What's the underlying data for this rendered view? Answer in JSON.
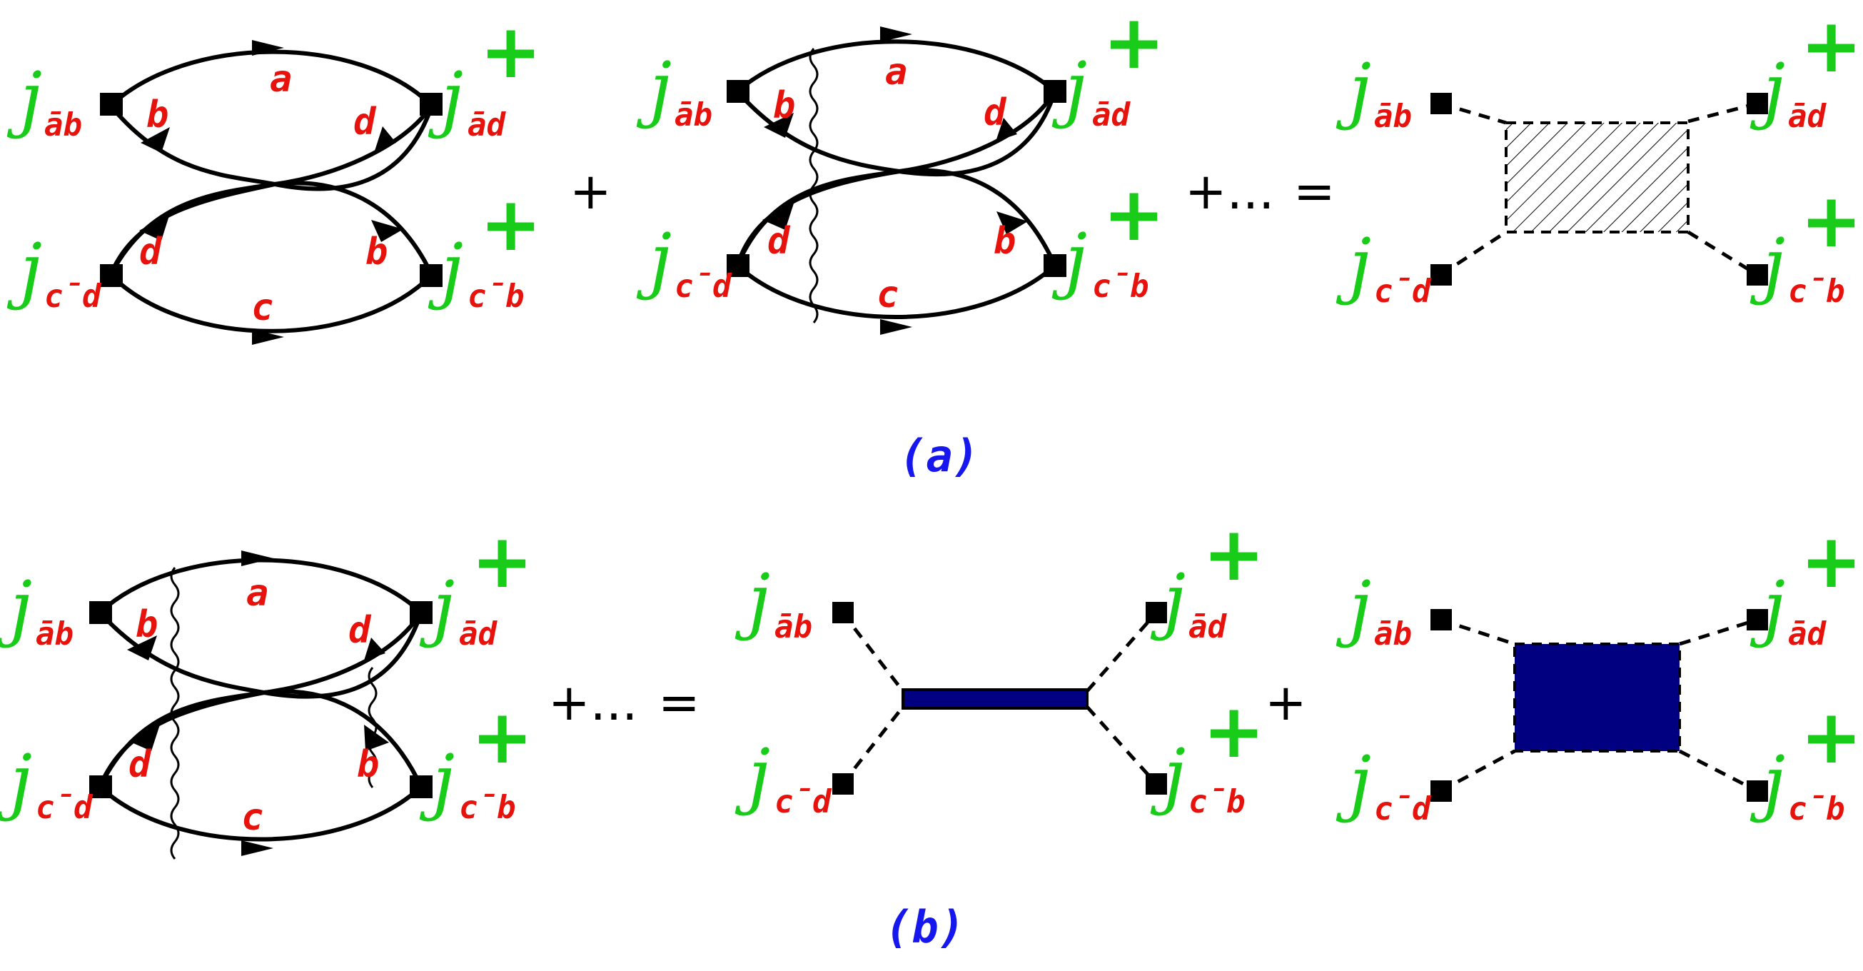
{
  "colors": {
    "current": "#19cc19",
    "flavor": "#e8120c",
    "caption": "#1616ee",
    "line": "#000000",
    "vertex_fill": "#000080"
  },
  "current_symbol": "j",
  "dagger_symbol": "+",
  "currents": {
    "ab": "āb",
    "cd": "c̄d",
    "ad": "ād",
    "cb": "c̄b"
  },
  "flavors": {
    "a": "a",
    "b": "b",
    "c": "c",
    "d": "d"
  },
  "operators": {
    "plus": "+",
    "plus_dots": "+...",
    "equals": "="
  },
  "captions": {
    "a": "(a)",
    "b": "(b)"
  }
}
